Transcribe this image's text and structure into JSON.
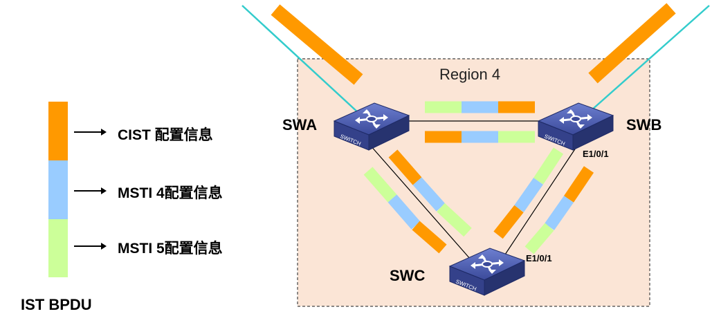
{
  "colors": {
    "cist": "#ff9900",
    "msti4": "#99ccff",
    "msti5": "#ccff99",
    "region_fill": "#fbe5d6",
    "teal_link": "#33cccc",
    "switch_body": "#3b4a9a"
  },
  "region": {
    "title": "Region 4"
  },
  "switches": {
    "swa": {
      "name": "SWA",
      "icon": "switch-icon",
      "badge": "SWITCH"
    },
    "swb": {
      "name": "SWB",
      "icon": "switch-icon",
      "badge": "SWITCH"
    },
    "swc": {
      "name": "SWC",
      "icon": "switch-icon",
      "badge": "SWITCH"
    }
  },
  "ports": {
    "swb_port": "E1/0/1",
    "swc_port": "E1/0/1"
  },
  "legend": {
    "items": [
      {
        "label": "CIST 配置信息"
      },
      {
        "label": "MSTI 4配置信息"
      },
      {
        "label": "MSTI 5配置信息"
      }
    ],
    "title": "IST BPDU"
  }
}
